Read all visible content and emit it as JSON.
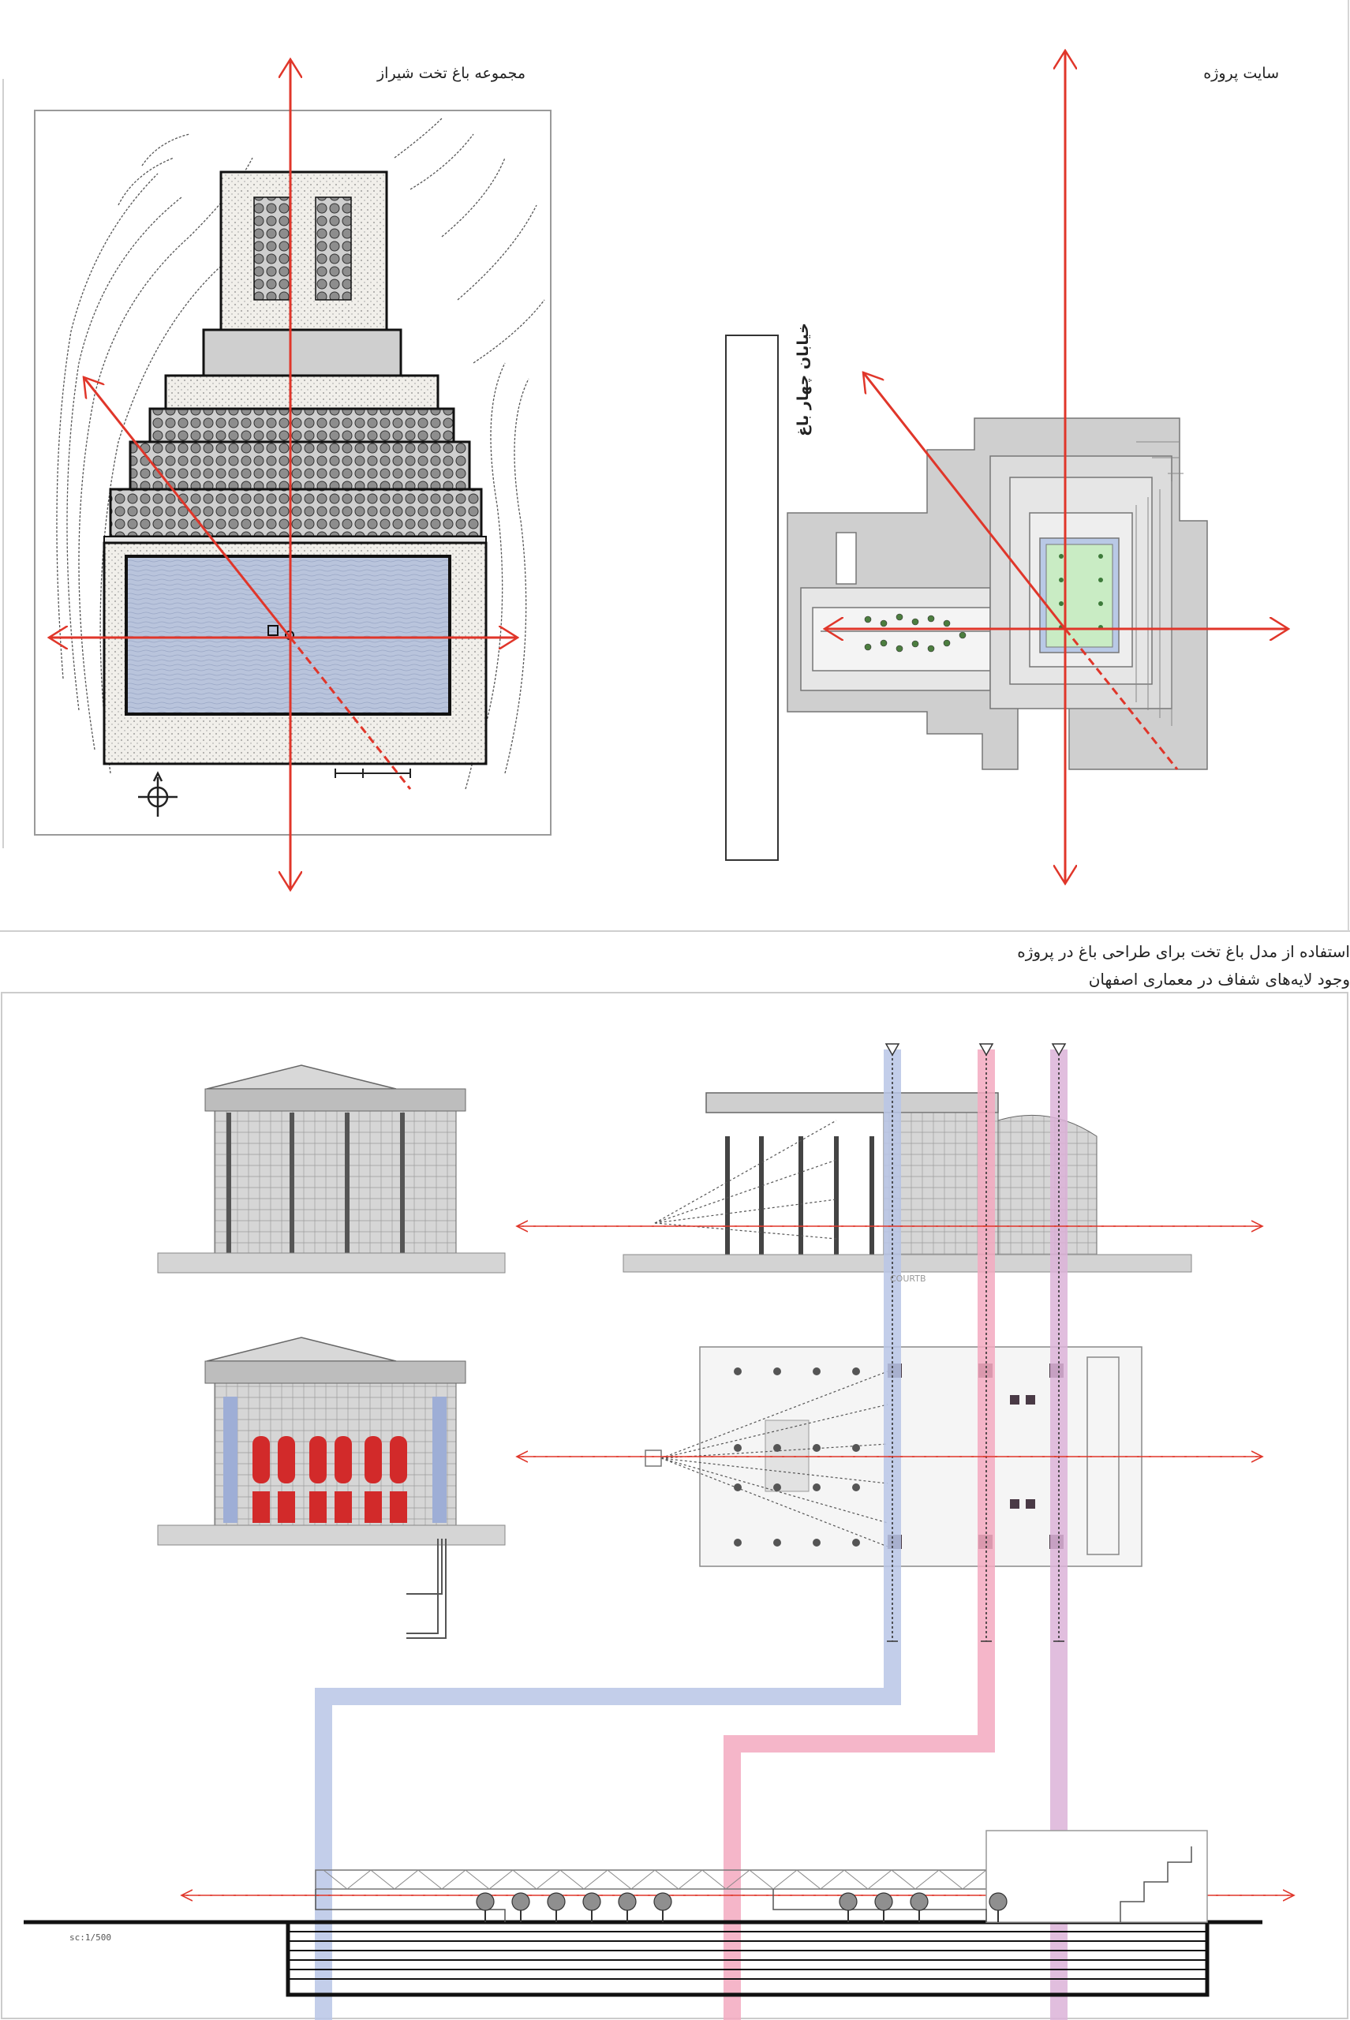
{
  "top_panel": {
    "site_label": "سایت پروژه",
    "shiraz_label": "مجموعه باغ تخت شیراز",
    "street_label": "خیابان چهار باغ"
  },
  "captions": {
    "line1": "استفاده از مدل باغ تخت برای طراحی باغ در پروژه",
    "line2": "وجود لایه‌های شفاف در معماری اصفهان"
  },
  "bottom_panel": {
    "section_tag": "COURTB",
    "scale": "sc:1/500"
  },
  "colors": {
    "axis_red": "#e0362a",
    "layer_blue": "#b8c6e6",
    "layer_pink": "#f3a9c0",
    "layer_purple": "#dcb3d8",
    "pool_blue": "#b7c3e0",
    "plan_gray": "#b9b9b9",
    "green_court": "#c9ecc4"
  },
  "icons": {
    "north_arrow": "north-arrow-icon"
  }
}
